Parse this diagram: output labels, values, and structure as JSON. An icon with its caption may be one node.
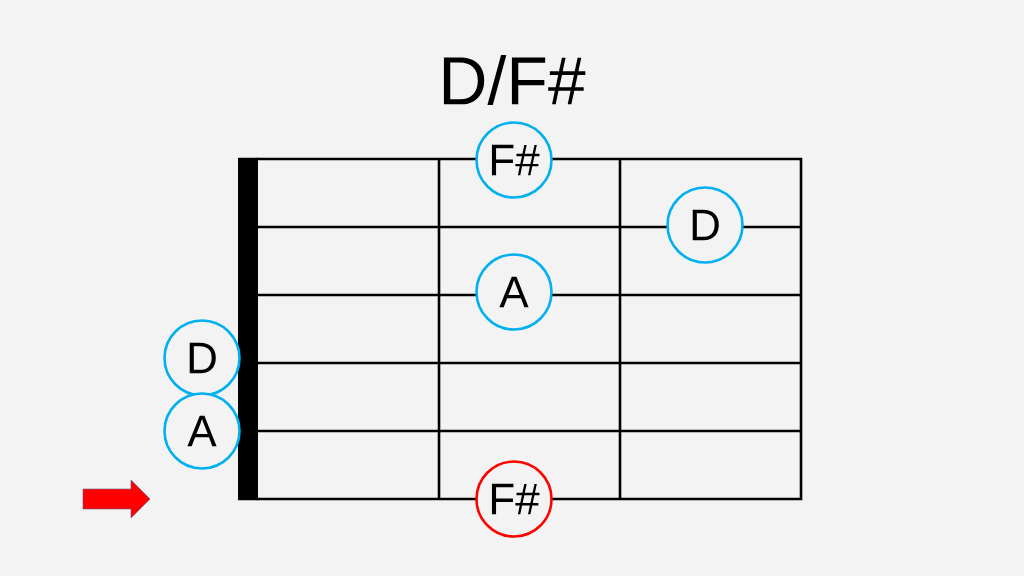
{
  "diagram": {
    "title": "D/F#",
    "nodes": [
      {
        "text": [
          "F#"
        ]
      },
      {
        "text": [
          "D"
        ]
      },
      {
        "text": [
          "A"
        ]
      },
      {
        "text": [
          "D"
        ]
      },
      {
        "text": [
          "A"
        ]
      },
      {
        "text": [
          "F#"
        ]
      }
    ]
  }
}
